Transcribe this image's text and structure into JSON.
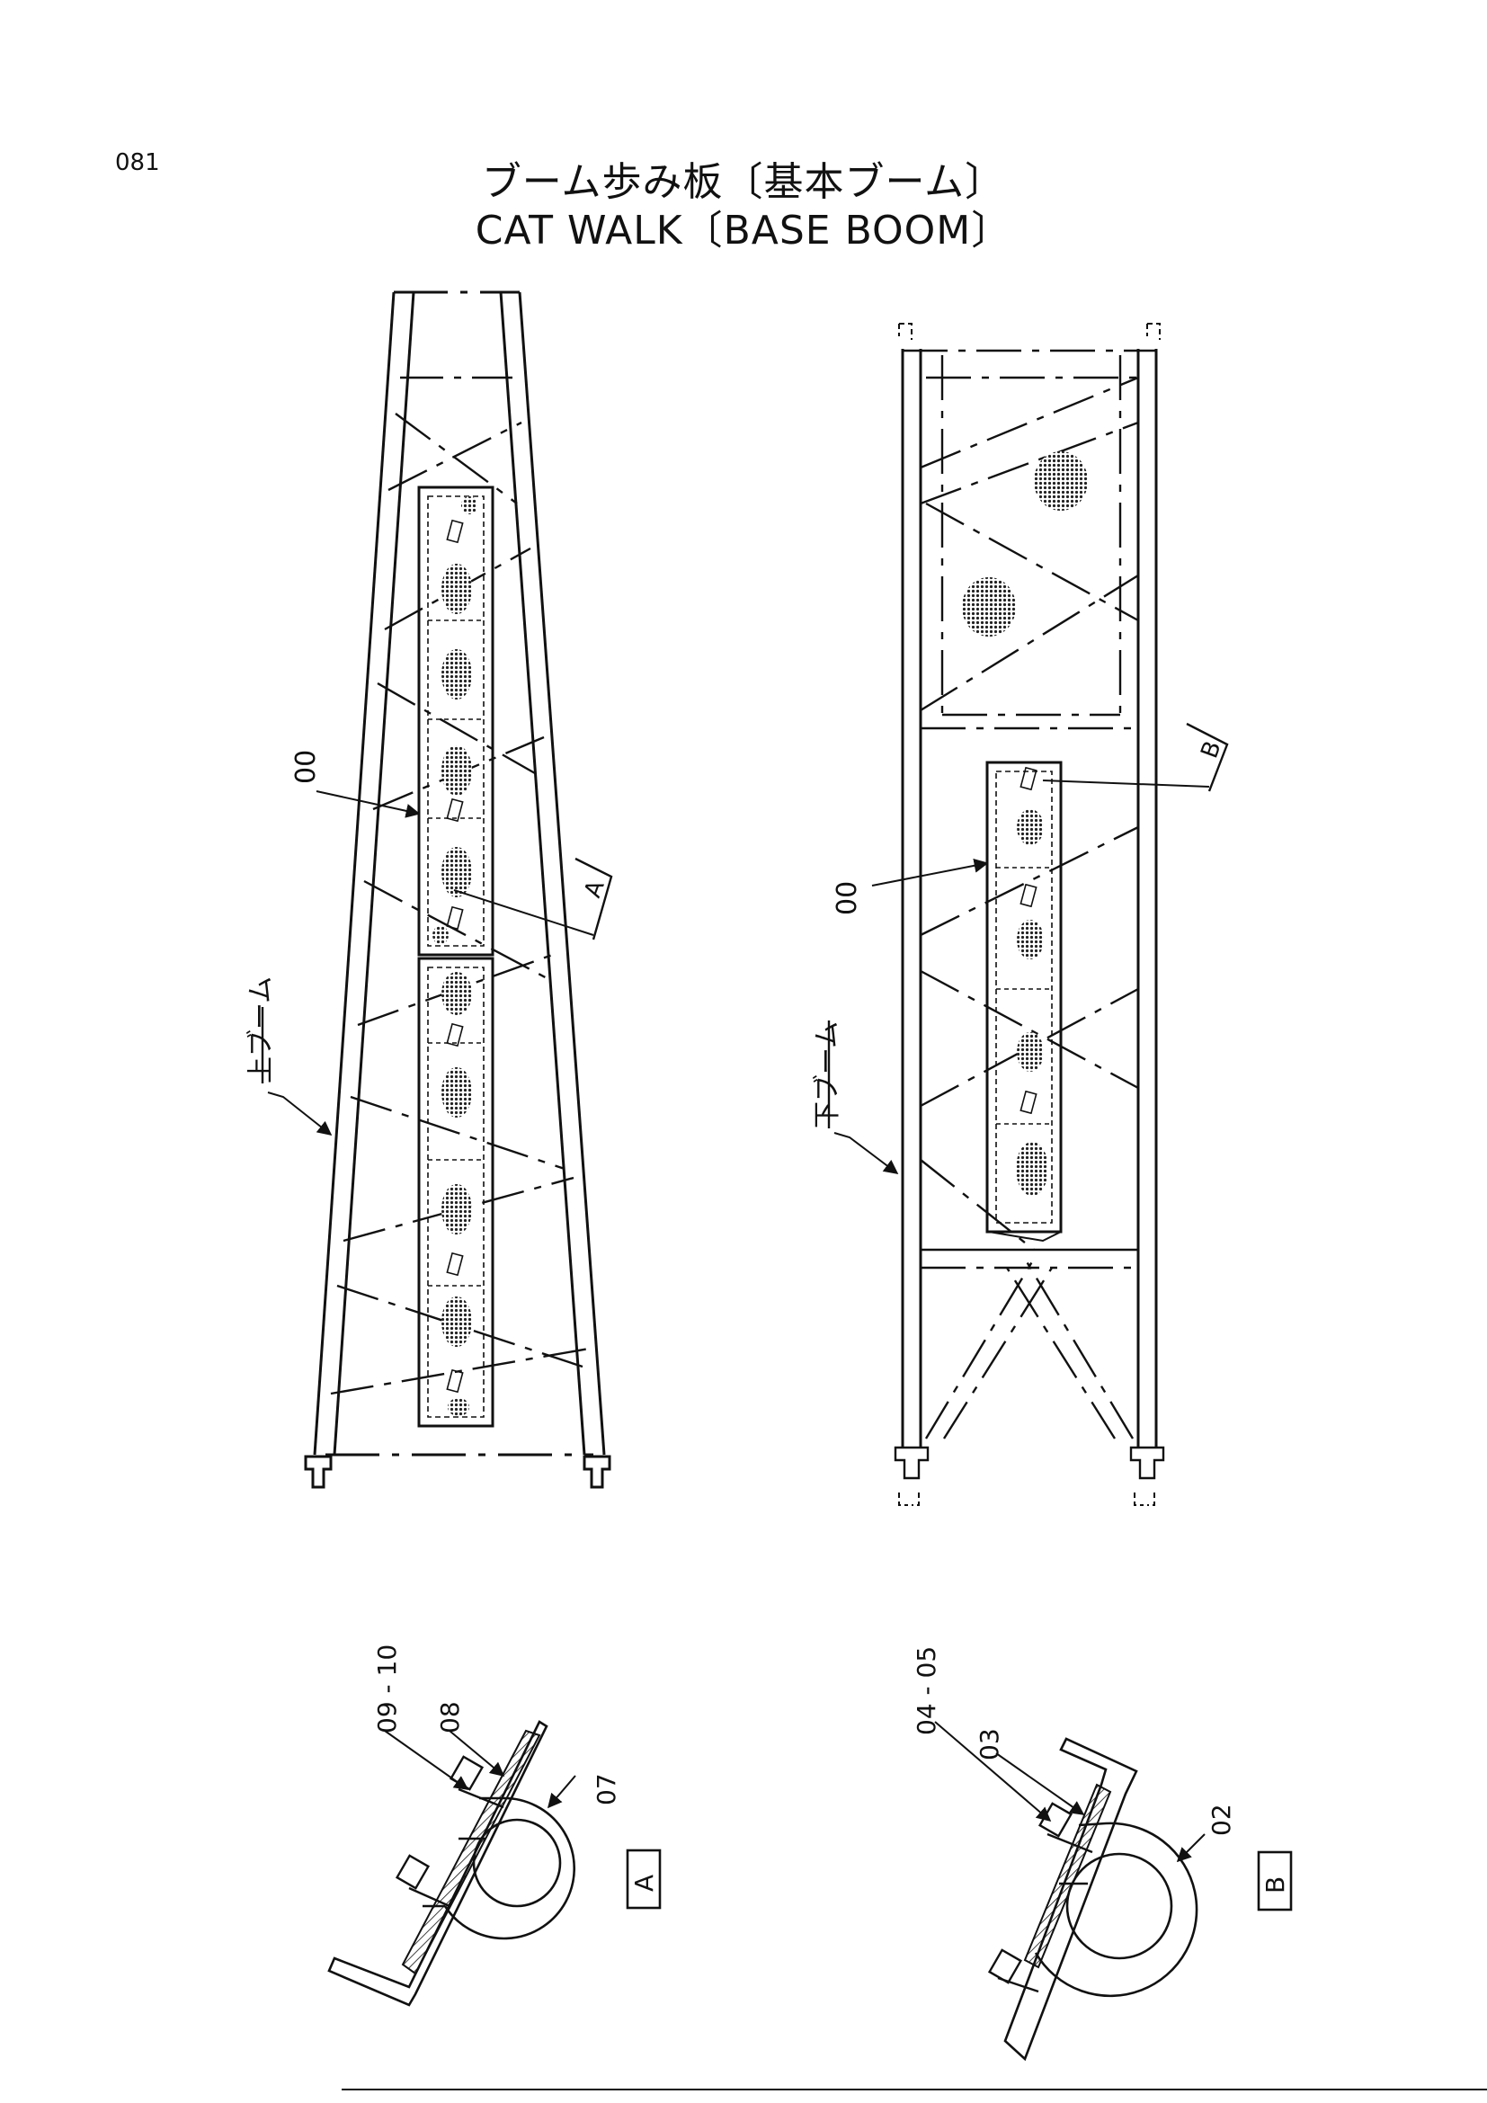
{
  "page": {
    "number": "081"
  },
  "title": {
    "ja": "ブーム歩み板〔基本ブーム〕",
    "en": "CAT WALK〔BASE BOOM〕"
  },
  "labels": {
    "upper_boom": "上ブーム",
    "lower_boom": "下ブーム",
    "left_catwalk_part": "00",
    "right_catwalk_part": "00"
  },
  "detail_markers": {
    "a": "A",
    "b": "B"
  },
  "detail_a": {
    "bolt_set": "09 - 10",
    "plate": "08",
    "u_bolt": "07"
  },
  "detail_b": {
    "bolt_set": "04 - 05",
    "plate": "03",
    "u_bolt": "02"
  }
}
